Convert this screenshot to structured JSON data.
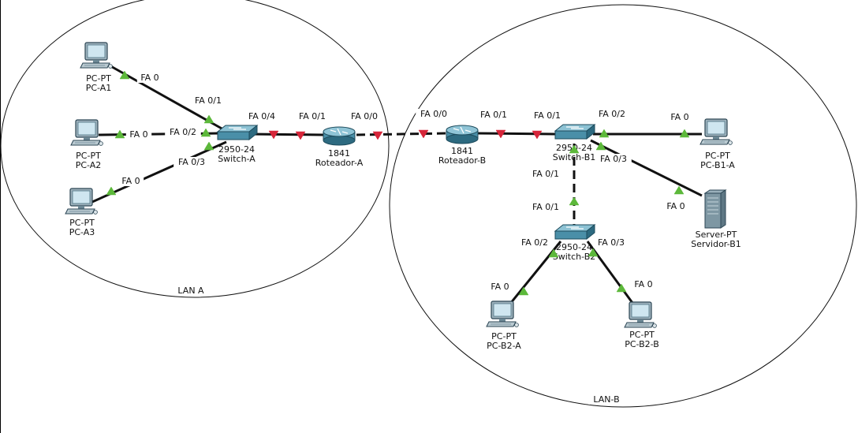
{
  "areas": [
    {
      "id": "lan-a",
      "label": "LAN A"
    },
    {
      "id": "lan-b",
      "label": "LAN-B"
    }
  ],
  "devices": [
    {
      "id": "pc-a1",
      "kind": "pc",
      "model": "PC-PT",
      "name": "PC-A1"
    },
    {
      "id": "pc-a2",
      "kind": "pc",
      "model": "PC-PT",
      "name": "PC-A2"
    },
    {
      "id": "pc-a3",
      "kind": "pc",
      "model": "PC-PT",
      "name": "PC-A3"
    },
    {
      "id": "switch-a",
      "kind": "switch",
      "model": "2950-24",
      "name": "Switch-A"
    },
    {
      "id": "router-a",
      "kind": "router",
      "model": "1841",
      "name": "Roteador-A"
    },
    {
      "id": "router-b",
      "kind": "router",
      "model": "1841",
      "name": "Roteador-B"
    },
    {
      "id": "switch-b1",
      "kind": "switch",
      "model": "2950-24",
      "name": "Switch-B1"
    },
    {
      "id": "pc-b1-a",
      "kind": "pc",
      "model": "PC-PT",
      "name": "PC-B1-A"
    },
    {
      "id": "server-b1",
      "kind": "server",
      "model": "Server-PT",
      "name": "Servidor-B1"
    },
    {
      "id": "switch-b2",
      "kind": "switch",
      "model": "2950-24",
      "name": "Switch-B2"
    },
    {
      "id": "pc-b2-a",
      "kind": "pc",
      "model": "PC-PT",
      "name": "PC-B2-A"
    },
    {
      "id": "pc-b2-b",
      "kind": "pc",
      "model": "PC-PT",
      "name": "PC-B2-B"
    }
  ],
  "links": [
    {
      "id": "l1",
      "from": "pc-a1",
      "to": "switch-a",
      "cable": "solid",
      "from_port": "FA 0",
      "to_port": "FA 0/1",
      "status": "up"
    },
    {
      "id": "l2",
      "from": "pc-a2",
      "to": "switch-a",
      "cable": "solid",
      "from_port": "FA 0",
      "to_port": "FA 0/2",
      "status": "up"
    },
    {
      "id": "l3",
      "from": "pc-a3",
      "to": "switch-a",
      "cable": "solid",
      "from_port": "FA 0",
      "to_port": "FA 0/3",
      "status": "up"
    },
    {
      "id": "l4",
      "from": "switch-a",
      "to": "router-a",
      "cable": "solid",
      "from_port": "FA 0/4",
      "to_port": "FA 0/1",
      "status": "down"
    },
    {
      "id": "l5",
      "from": "router-a",
      "to": "router-b",
      "cable": "dashed",
      "from_port": "FA 0/0",
      "to_port": "FA 0/0",
      "status": "down"
    },
    {
      "id": "l6",
      "from": "router-b",
      "to": "switch-b1",
      "cable": "solid",
      "from_port": "FA 0/1",
      "to_port": "FA 0/1",
      "status": "down"
    },
    {
      "id": "l7",
      "from": "switch-b1",
      "to": "pc-b1-a",
      "cable": "solid",
      "from_port": "FA 0/2",
      "to_port": "FA 0",
      "status": "up"
    },
    {
      "id": "l8",
      "from": "switch-b1",
      "to": "server-b1",
      "cable": "solid",
      "from_port": "FA 0/3",
      "to_port": "FA 0",
      "status": "up"
    },
    {
      "id": "l9",
      "from": "switch-b1",
      "to": "switch-b2",
      "cable": "dashed",
      "from_port": "FA 0/1",
      "to_port": "FA 0/1",
      "status": "up"
    },
    {
      "id": "l10",
      "from": "switch-b2",
      "to": "pc-b2-a",
      "cable": "solid",
      "from_port": "FA 0/2",
      "to_port": "FA 0",
      "status": "up"
    },
    {
      "id": "l11",
      "from": "switch-b2",
      "to": "pc-b2-b",
      "cable": "solid",
      "from_port": "FA 0/3",
      "to_port": "FA 0",
      "status": "up"
    }
  ],
  "colors": {
    "link_up": "#5cb83a",
    "link_down": "#d6263a",
    "device_body": "#4a8fa8",
    "device_dark": "#2d6a80",
    "cable": "#111111"
  }
}
